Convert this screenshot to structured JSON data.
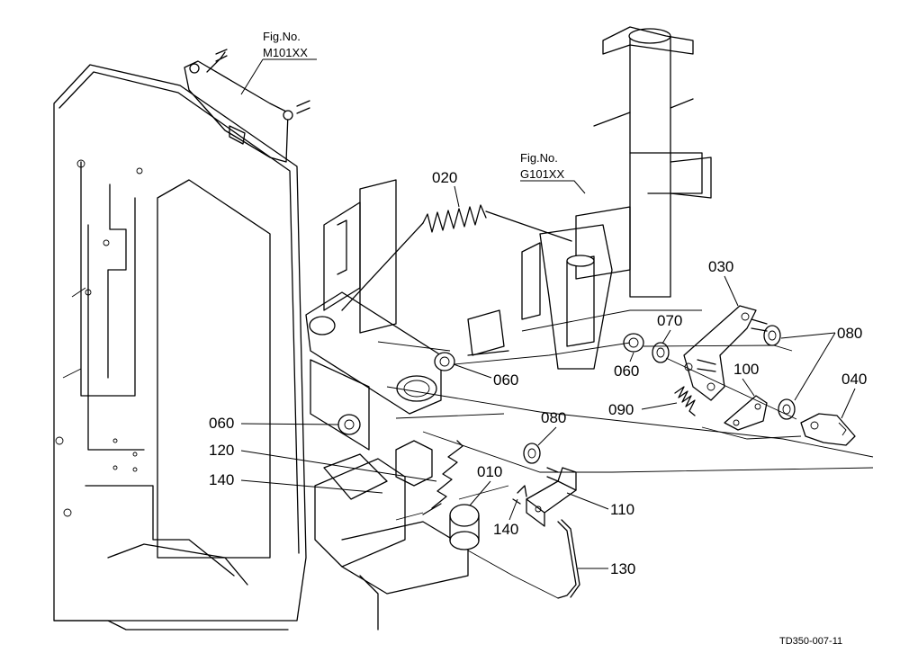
{
  "figure_refs": [
    {
      "line1": "Fig.No.",
      "line2": "M101XX"
    },
    {
      "line1": "Fig.No.",
      "line2": "G101XX"
    }
  ],
  "part_labels": {
    "p010": "010",
    "p020": "020",
    "p030": "030",
    "p040": "040",
    "p060a": "060",
    "p060b": "060",
    "p060c": "060",
    "p070": "070",
    "p080a": "080",
    "p080b": "080",
    "p090": "090",
    "p100": "100",
    "p110": "110",
    "p120": "120",
    "p130": "130",
    "p140a": "140",
    "p140b": "140"
  },
  "drawing_code": "TD350-007-11",
  "colors": {
    "line": "#000000",
    "background": "#ffffff"
  }
}
